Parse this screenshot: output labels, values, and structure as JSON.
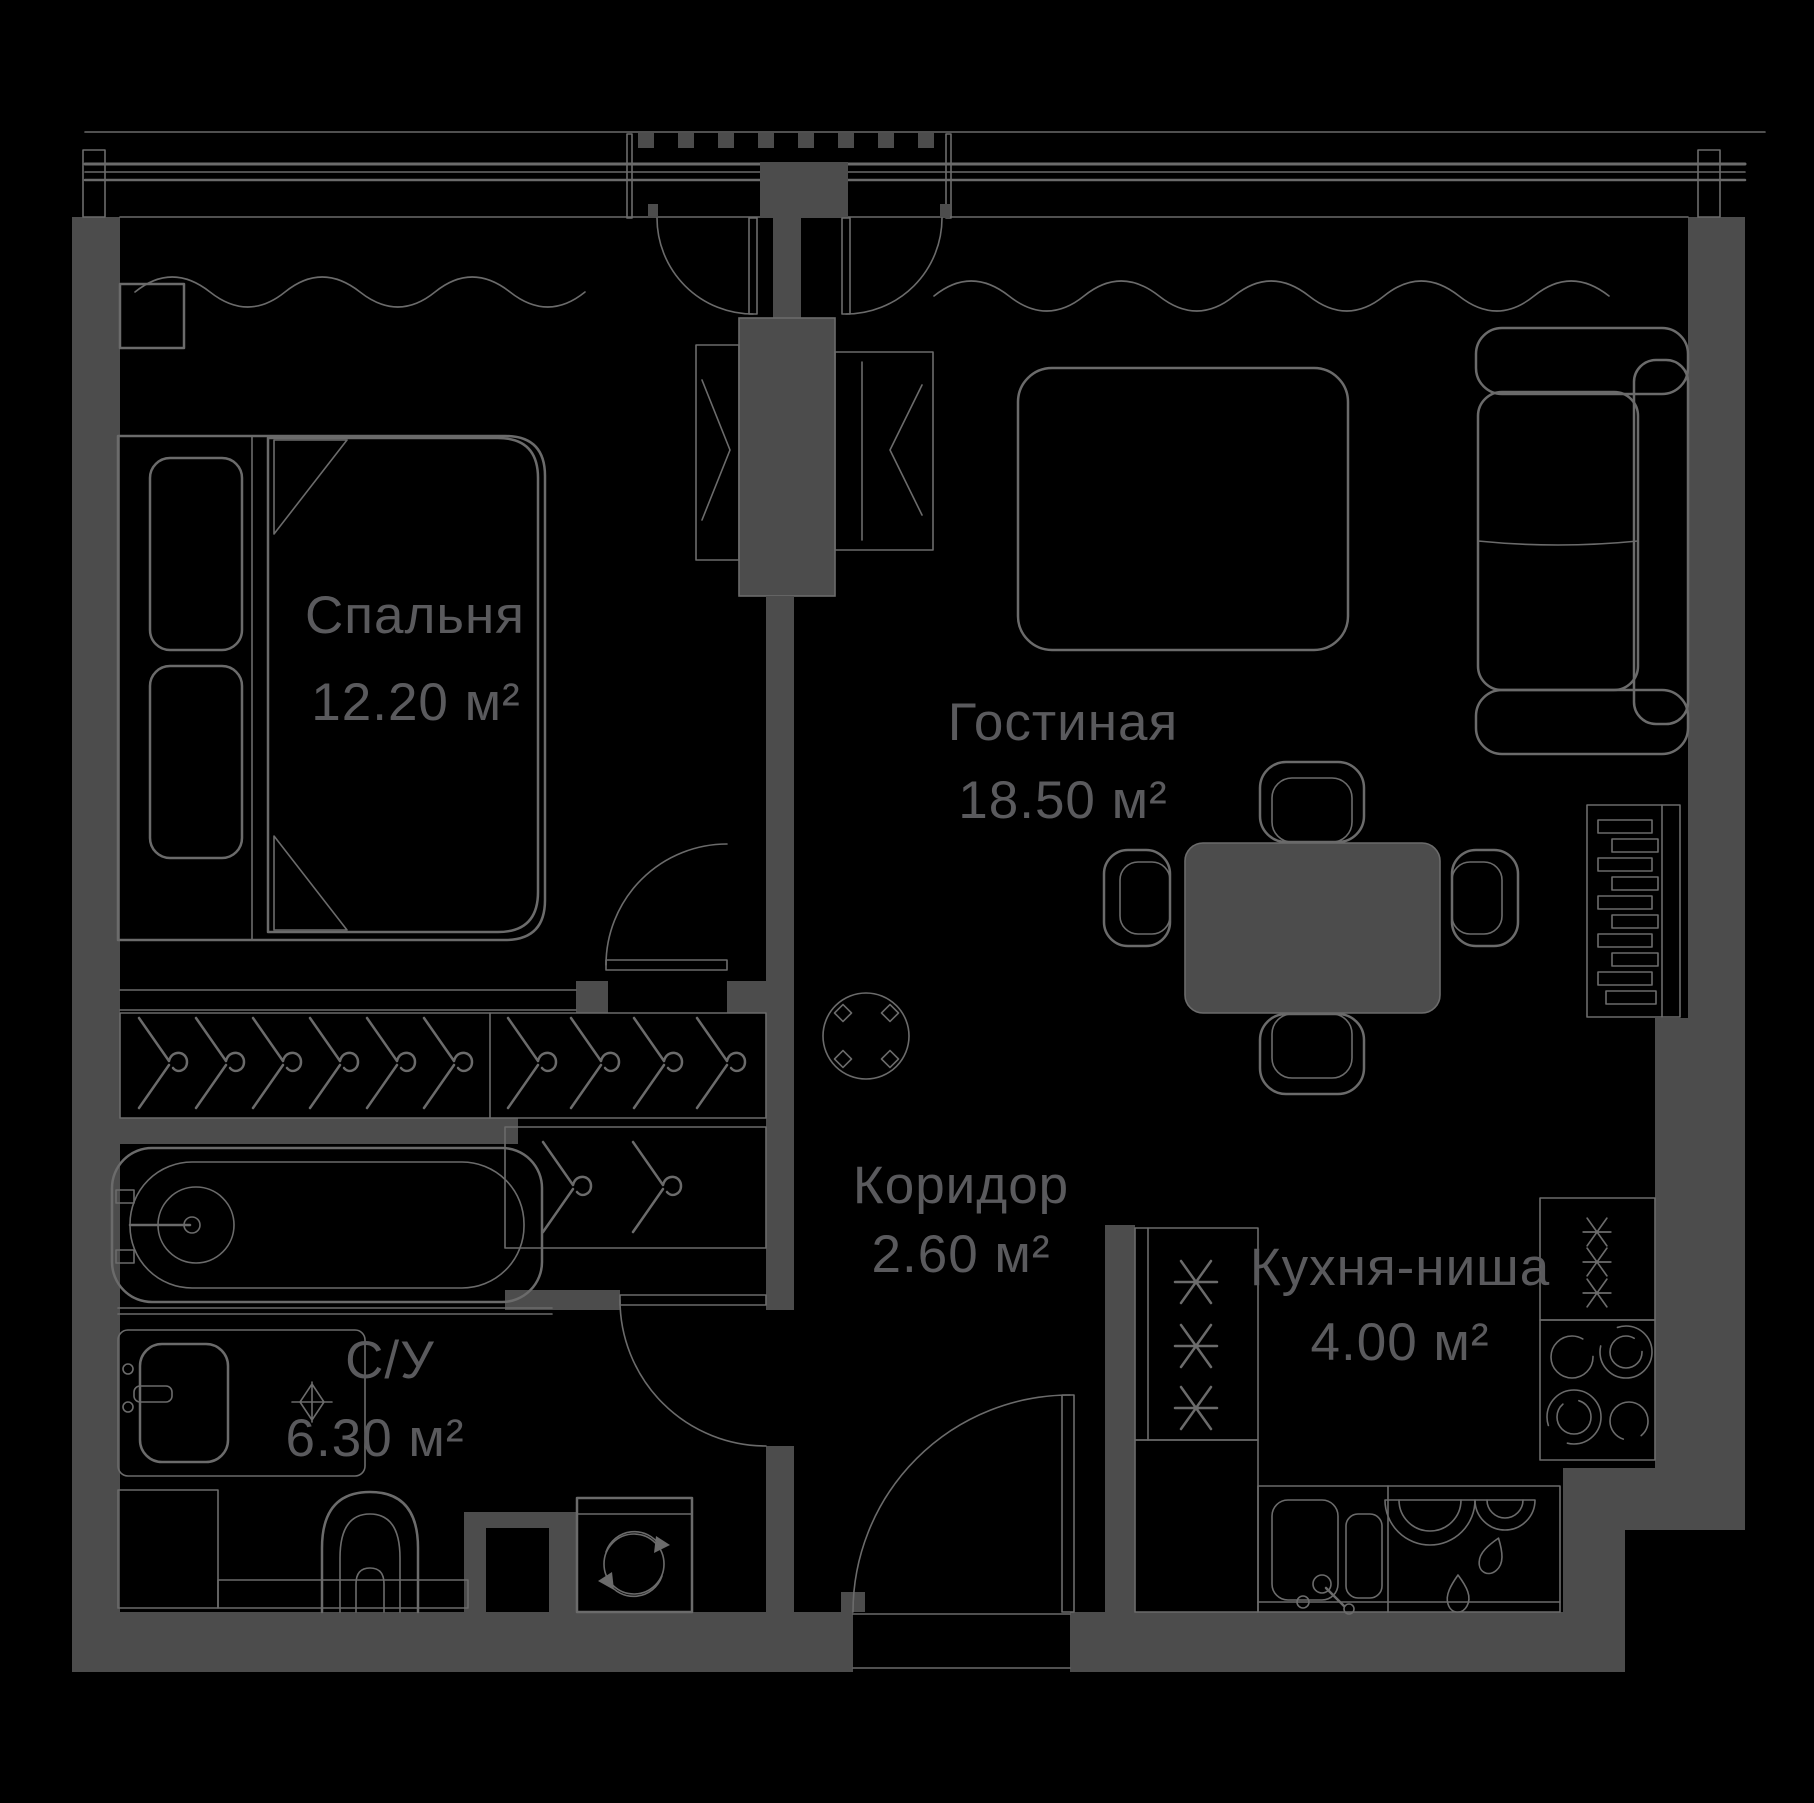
{
  "meta": {
    "type": "apartment-floor-plan",
    "background_color": "#000000",
    "wall_color": "#4c4c4c",
    "line_color": "#6b6b6b",
    "label_color": "#5a5a5d"
  },
  "rooms": [
    {
      "id": "bedroom",
      "name": "Спальня",
      "area": "12.20 м²"
    },
    {
      "id": "living",
      "name": "Гостиная",
      "area": "18.50 м²"
    },
    {
      "id": "corridor",
      "name": "Коридор",
      "area": "2.60 м²"
    },
    {
      "id": "bathroom",
      "name": "С/У",
      "area": "6.30 м²"
    },
    {
      "id": "kitchen",
      "name": "Кухня-ниша",
      "area": "4.00 м²"
    }
  ]
}
